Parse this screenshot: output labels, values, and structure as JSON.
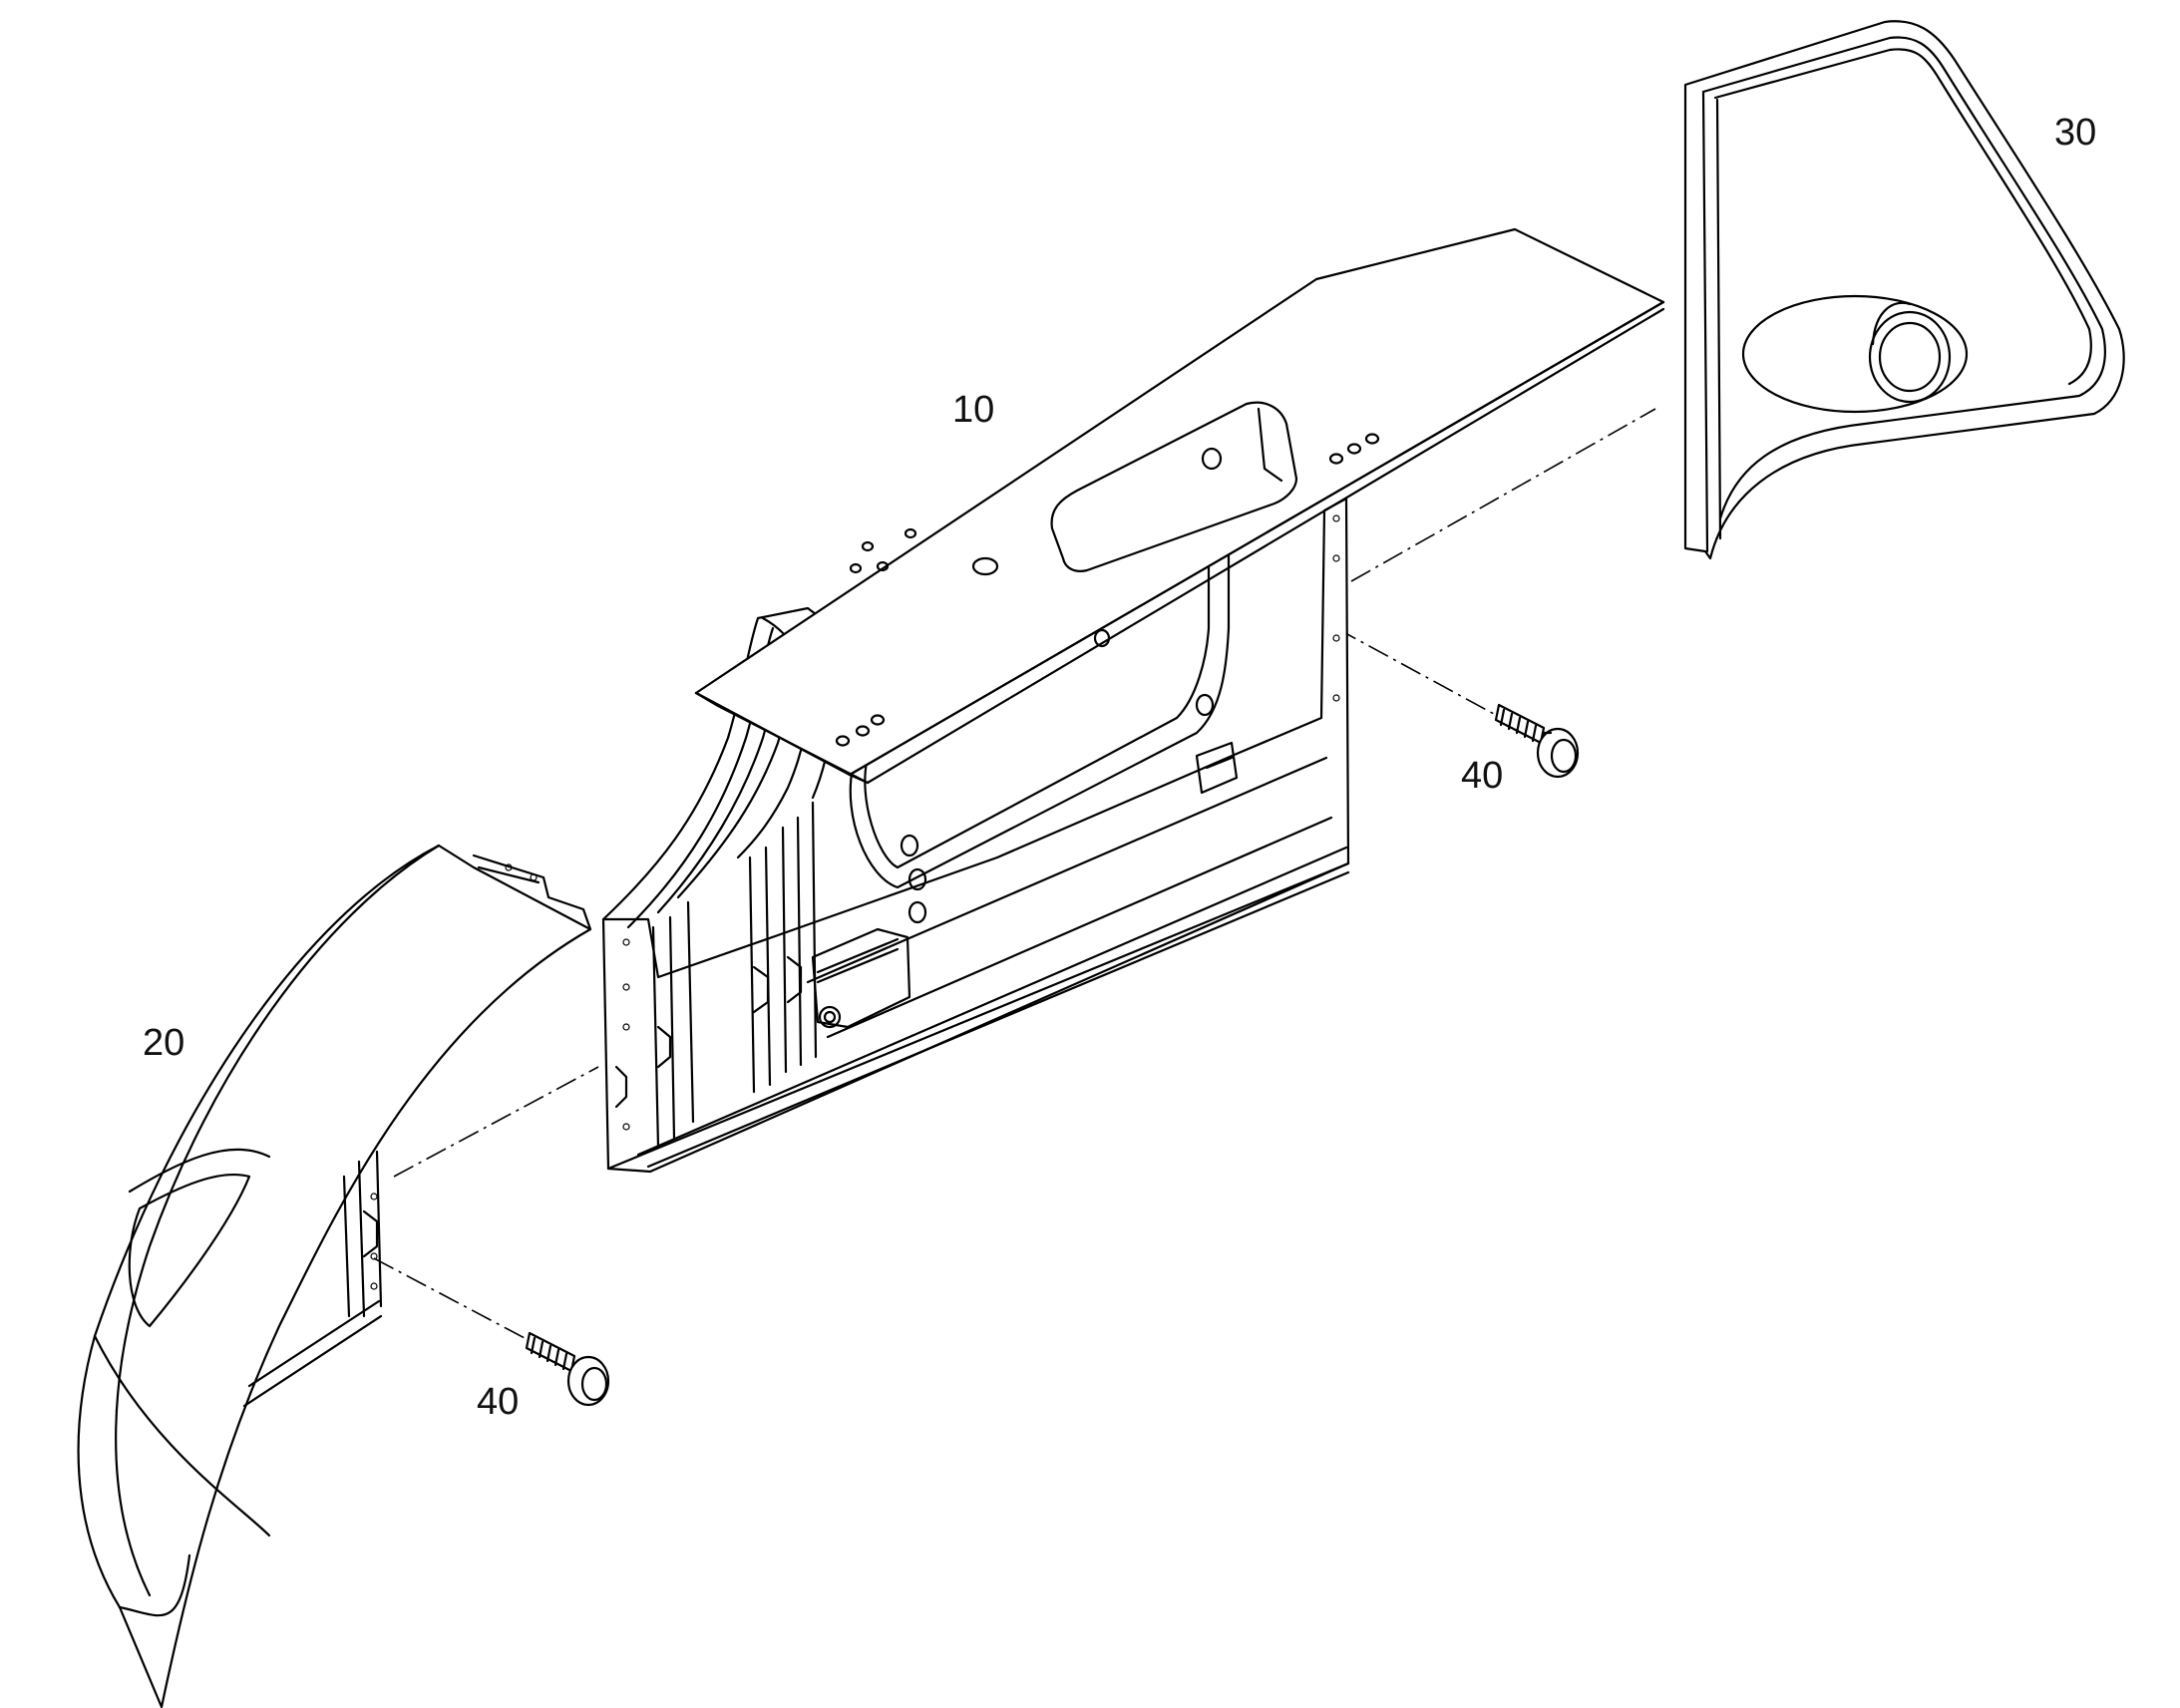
{
  "callouts": {
    "part_10": "10",
    "part_20": "20",
    "part_30": "30",
    "part_40_upper": "40",
    "part_40_lower": "40"
  },
  "colors": {
    "line": "#000000",
    "background": "#ffffff"
  }
}
